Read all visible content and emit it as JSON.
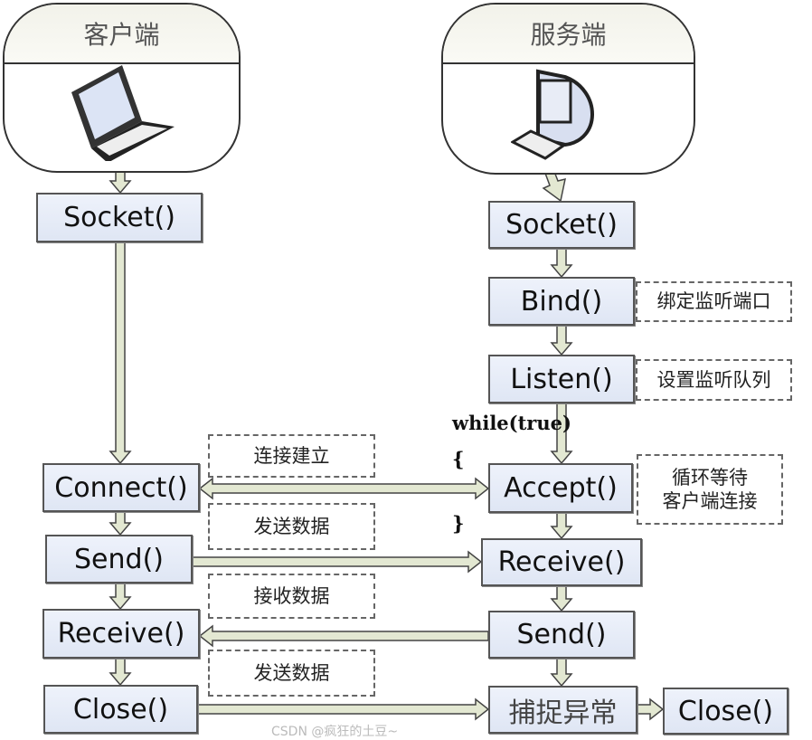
{
  "client": {
    "title": "客户端",
    "icon": "laptop-icon",
    "steps": [
      "Socket()",
      "Connect()",
      "Send()",
      "Receive()",
      "Close()"
    ]
  },
  "server": {
    "title": "服务端",
    "icon": "desktop-computer-icon",
    "steps": [
      "Socket()",
      "Bind()",
      "Listen()",
      "Accept()",
      "Receive()",
      "Send()",
      "捕捉异常",
      "Close()"
    ]
  },
  "notes": {
    "bind": "绑定监听端口",
    "listen": "设置监听队列",
    "accept": "循环等待\n客户端连接",
    "connect": "连接建立",
    "send1": "发送数据",
    "receive": "接收数据",
    "send2": "发送数据"
  },
  "loop": {
    "while": "while(true)",
    "open": "{",
    "close": "}"
  },
  "colors": {
    "box_fill": "#e6ecf8",
    "arrow_fill": "#e3e8d2",
    "outline": "#444444"
  },
  "watermark": "CSDN @疯狂的土豆~"
}
